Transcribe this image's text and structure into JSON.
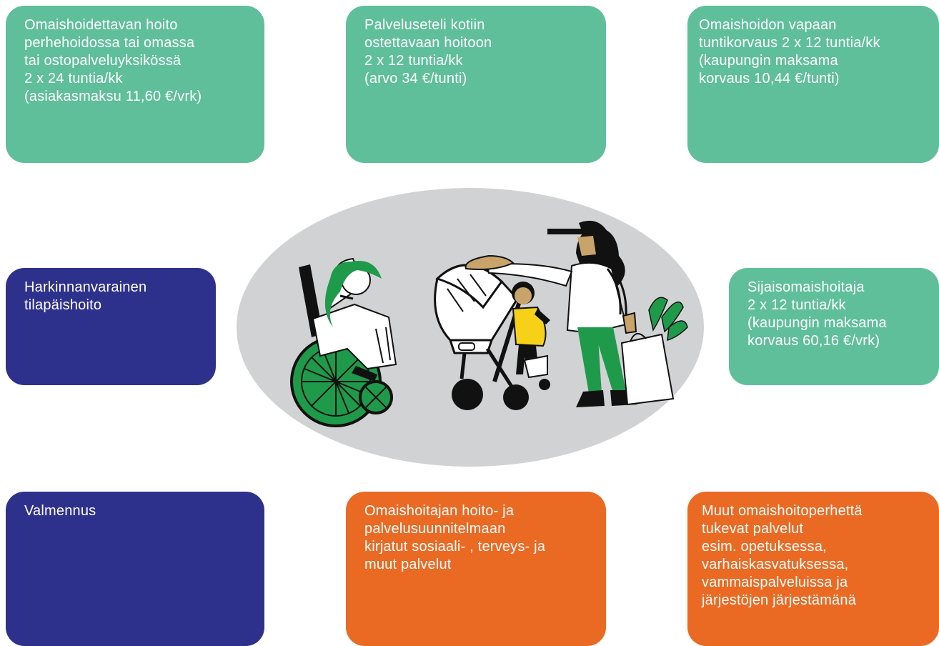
{
  "colors": {
    "green": "#5fbf9a",
    "navy": "#2e318c",
    "orange": "#ea6a24",
    "ellipse": "#d1d2d4",
    "illustration_green": "#1f9a4b",
    "illustration_yellow": "#f7d117",
    "skin": "#c8a46a"
  },
  "boxes": {
    "top_left": {
      "lines": [
        "Omaishoidettavan hoito",
        "perhehoidossa tai omassa",
        "tai ostopalveluyksikössä",
        "2 x 24 tuntia/kk",
        "(asiakasmaksu 11,60 €/vrk)"
      ]
    },
    "top_middle": {
      "lines": [
        "Palveluseteli kotiin",
        "ostettavaan hoitoon",
        "2 x 12 tuntia/kk",
        "(arvo 34 €/tunti)"
      ]
    },
    "top_right": {
      "lines": [
        "Omaishoidon vapaan",
        "tuntikorvaus 2 x 12 tuntia/kk",
        "(kaupungin maksama",
        "korvaus 10,44 €/tunti)"
      ]
    },
    "middle_left": {
      "lines": [
        "Harkinnanvarainen",
        "tilapäishoito"
      ]
    },
    "middle_right": {
      "lines": [
        "Sijaisomaishoitaja",
        "2 x 12 tuntia/kk",
        "(kaupungin maksama",
        "korvaus 60,16 €/vrk)"
      ]
    },
    "bottom_left": {
      "lines": [
        "Valmennus"
      ]
    },
    "bottom_middle": {
      "lines": [
        "Omaishoitajan hoito- ja",
        "palvelusuunnitelmaan",
        "kirjatut sosiaali- , terveys- ja",
        "muut palvelut"
      ]
    },
    "bottom_right": {
      "lines": [
        "Muut omaishoitoperhettä",
        "tukevat palvelut",
        "esim. opetuksessa,",
        "varhaiskasvatuksessa,",
        "vammaispalveluissa ja",
        "järjestöjen järjestämänä"
      ]
    }
  },
  "illustration": {
    "icons": [
      "wheelchair-user",
      "stroller",
      "child",
      "adult-with-cap",
      "shopping-bag-with-leaves"
    ]
  }
}
